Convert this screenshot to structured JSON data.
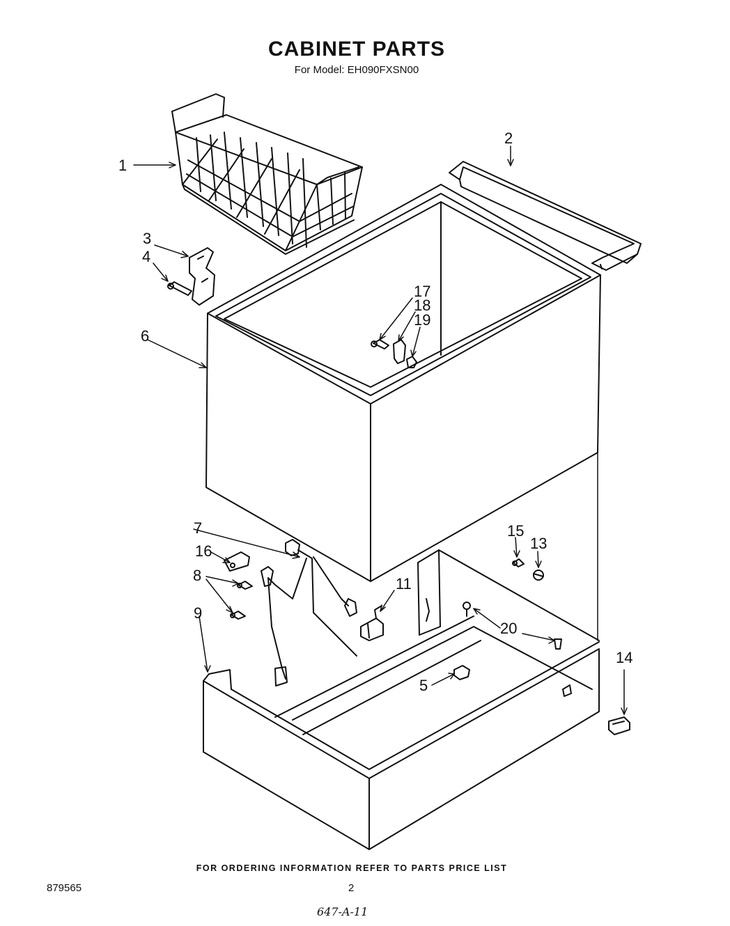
{
  "header": {
    "title": "CABINET PARTS",
    "subtitle": "For Model: EH090FXSN00"
  },
  "callouts": [
    {
      "label": "1"
    },
    {
      "label": "2"
    },
    {
      "label": "3"
    },
    {
      "label": "4"
    },
    {
      "label": "6"
    },
    {
      "label": "17"
    },
    {
      "label": "18"
    },
    {
      "label": "19"
    },
    {
      "label": "7"
    },
    {
      "label": "16"
    },
    {
      "label": "8"
    },
    {
      "label": "9"
    },
    {
      "label": "11"
    },
    {
      "label": "15"
    },
    {
      "label": "13"
    },
    {
      "label": "20"
    },
    {
      "label": "14"
    },
    {
      "label": "5"
    }
  ],
  "footer": {
    "note": "FOR ORDERING INFORMATION REFER TO PARTS PRICE LIST",
    "doc_number": "879565",
    "page": "2",
    "handwritten": "647-A-11"
  }
}
